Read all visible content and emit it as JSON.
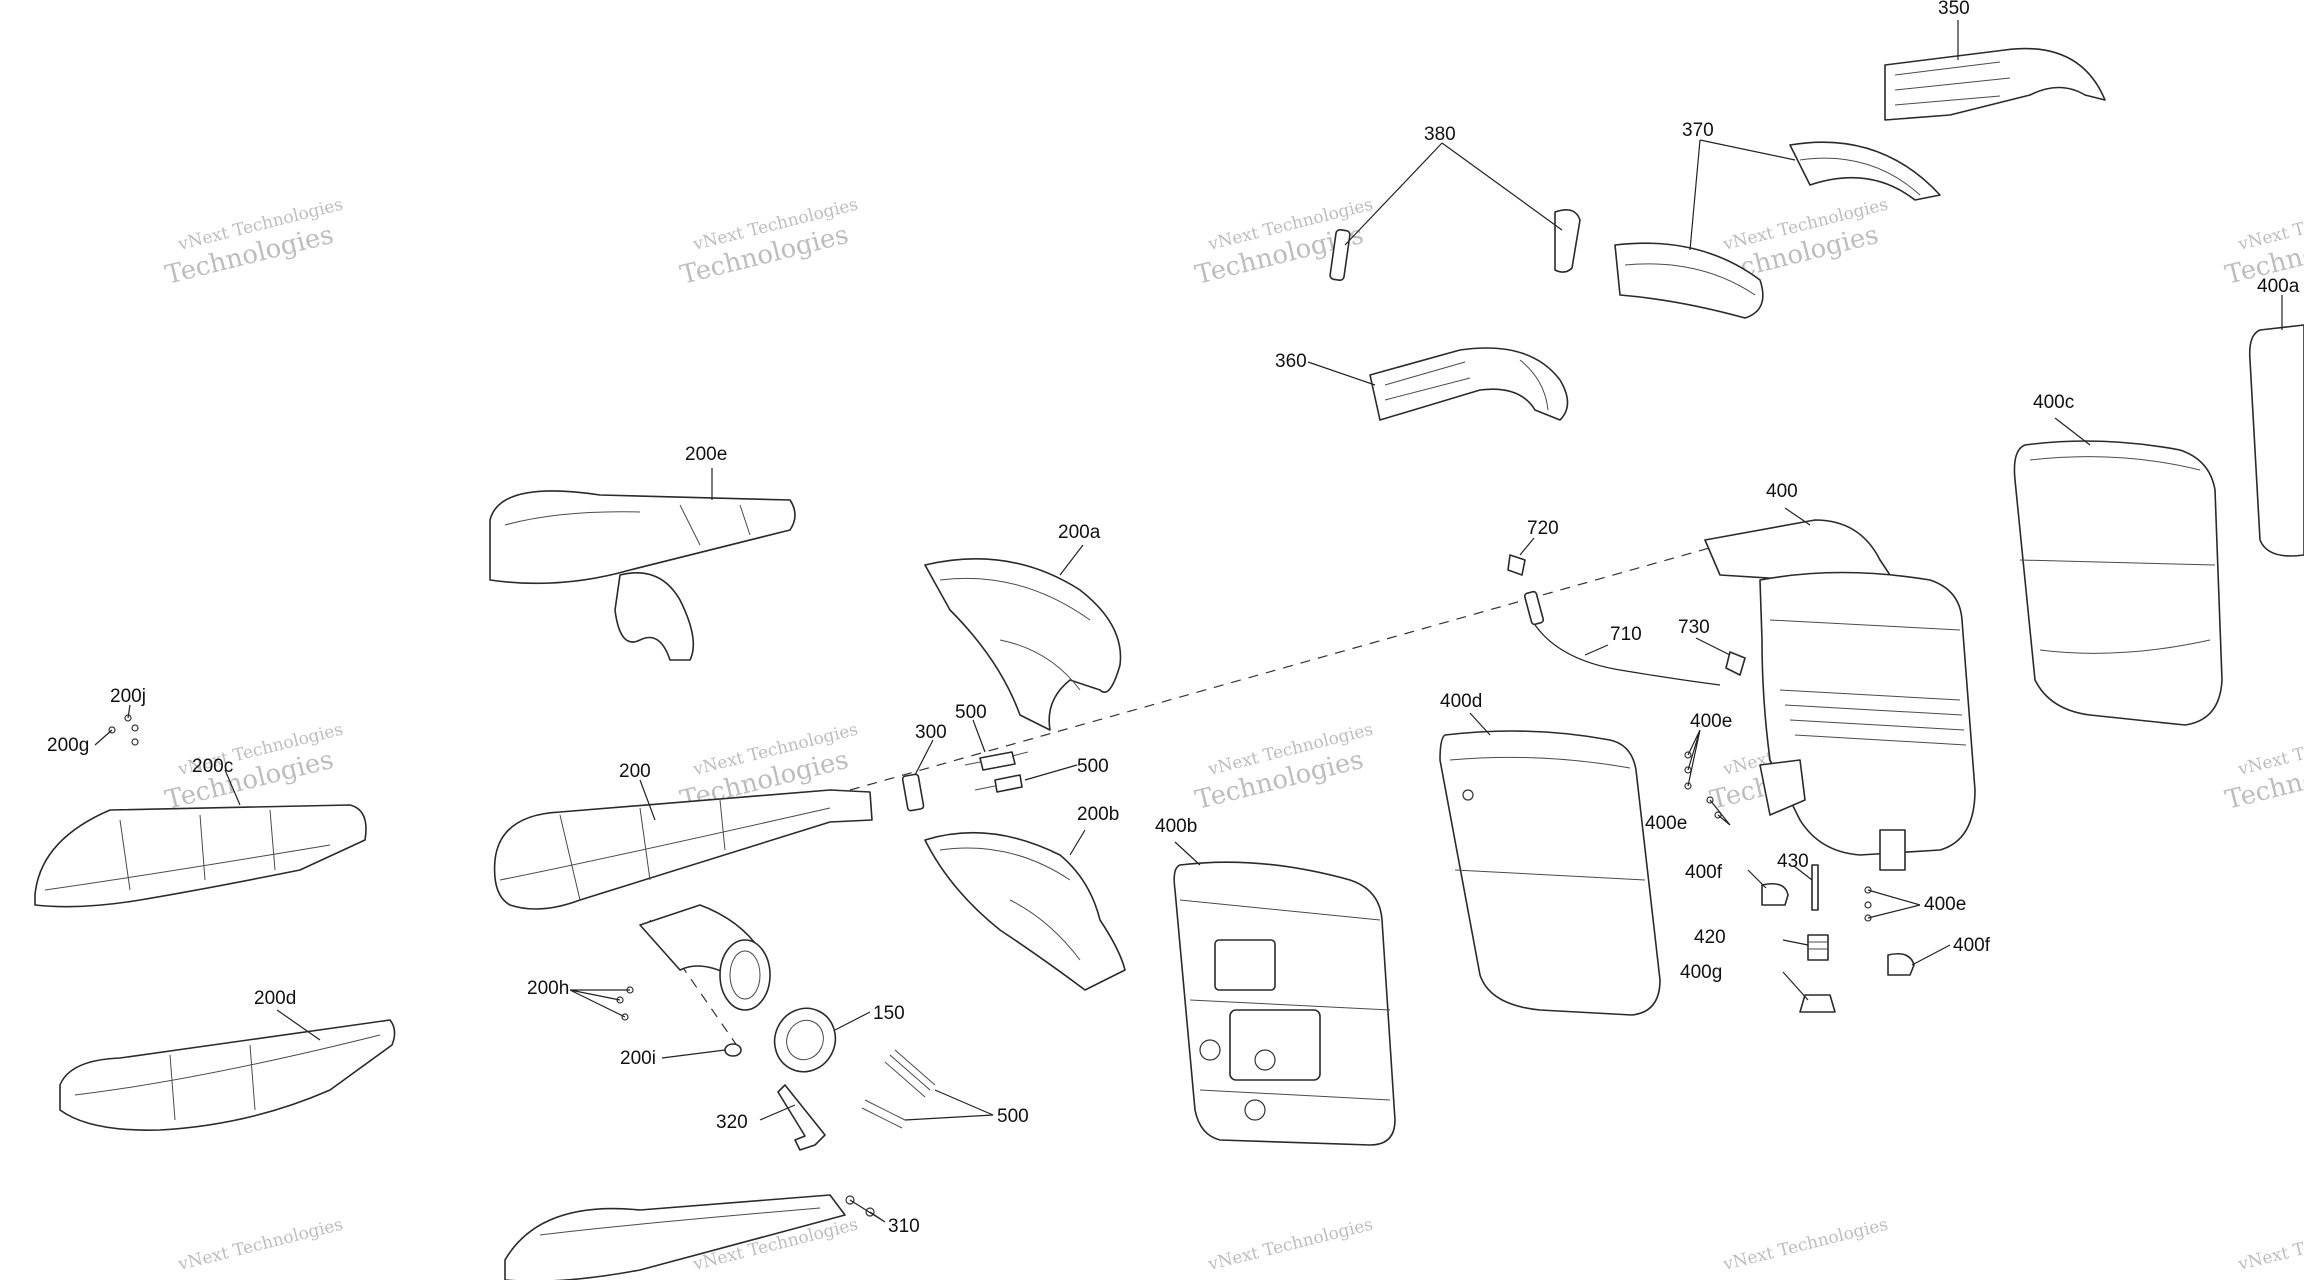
{
  "watermark": {
    "line1": "vNext Technologies",
    "line2": "Technologies"
  },
  "callouts": {
    "c350": "350",
    "c380": "380",
    "c370": "370",
    "c360": "360",
    "c400a": "400a",
    "c400c": "400c",
    "c400": "400",
    "c200e": "200e",
    "c200a": "200a",
    "c720": "720",
    "c710": "710",
    "c730": "730",
    "c200j": "200j",
    "c200g": "200g",
    "c200c": "200c",
    "c200": "200",
    "c300": "300",
    "c500a": "500",
    "c500b": "500",
    "c500c": "500",
    "c200b": "200b",
    "c400b": "400b",
    "c400d": "400d",
    "c400e1": "400e",
    "c400e2": "400e",
    "c400e3": "400e",
    "c430": "430",
    "c400f1": "400f",
    "c400f2": "400f",
    "c420": "420",
    "c400g": "400g",
    "c200d": "200d",
    "c200h": "200h",
    "c150": "150",
    "c200i": "200i",
    "c320": "320",
    "c310": "310"
  }
}
